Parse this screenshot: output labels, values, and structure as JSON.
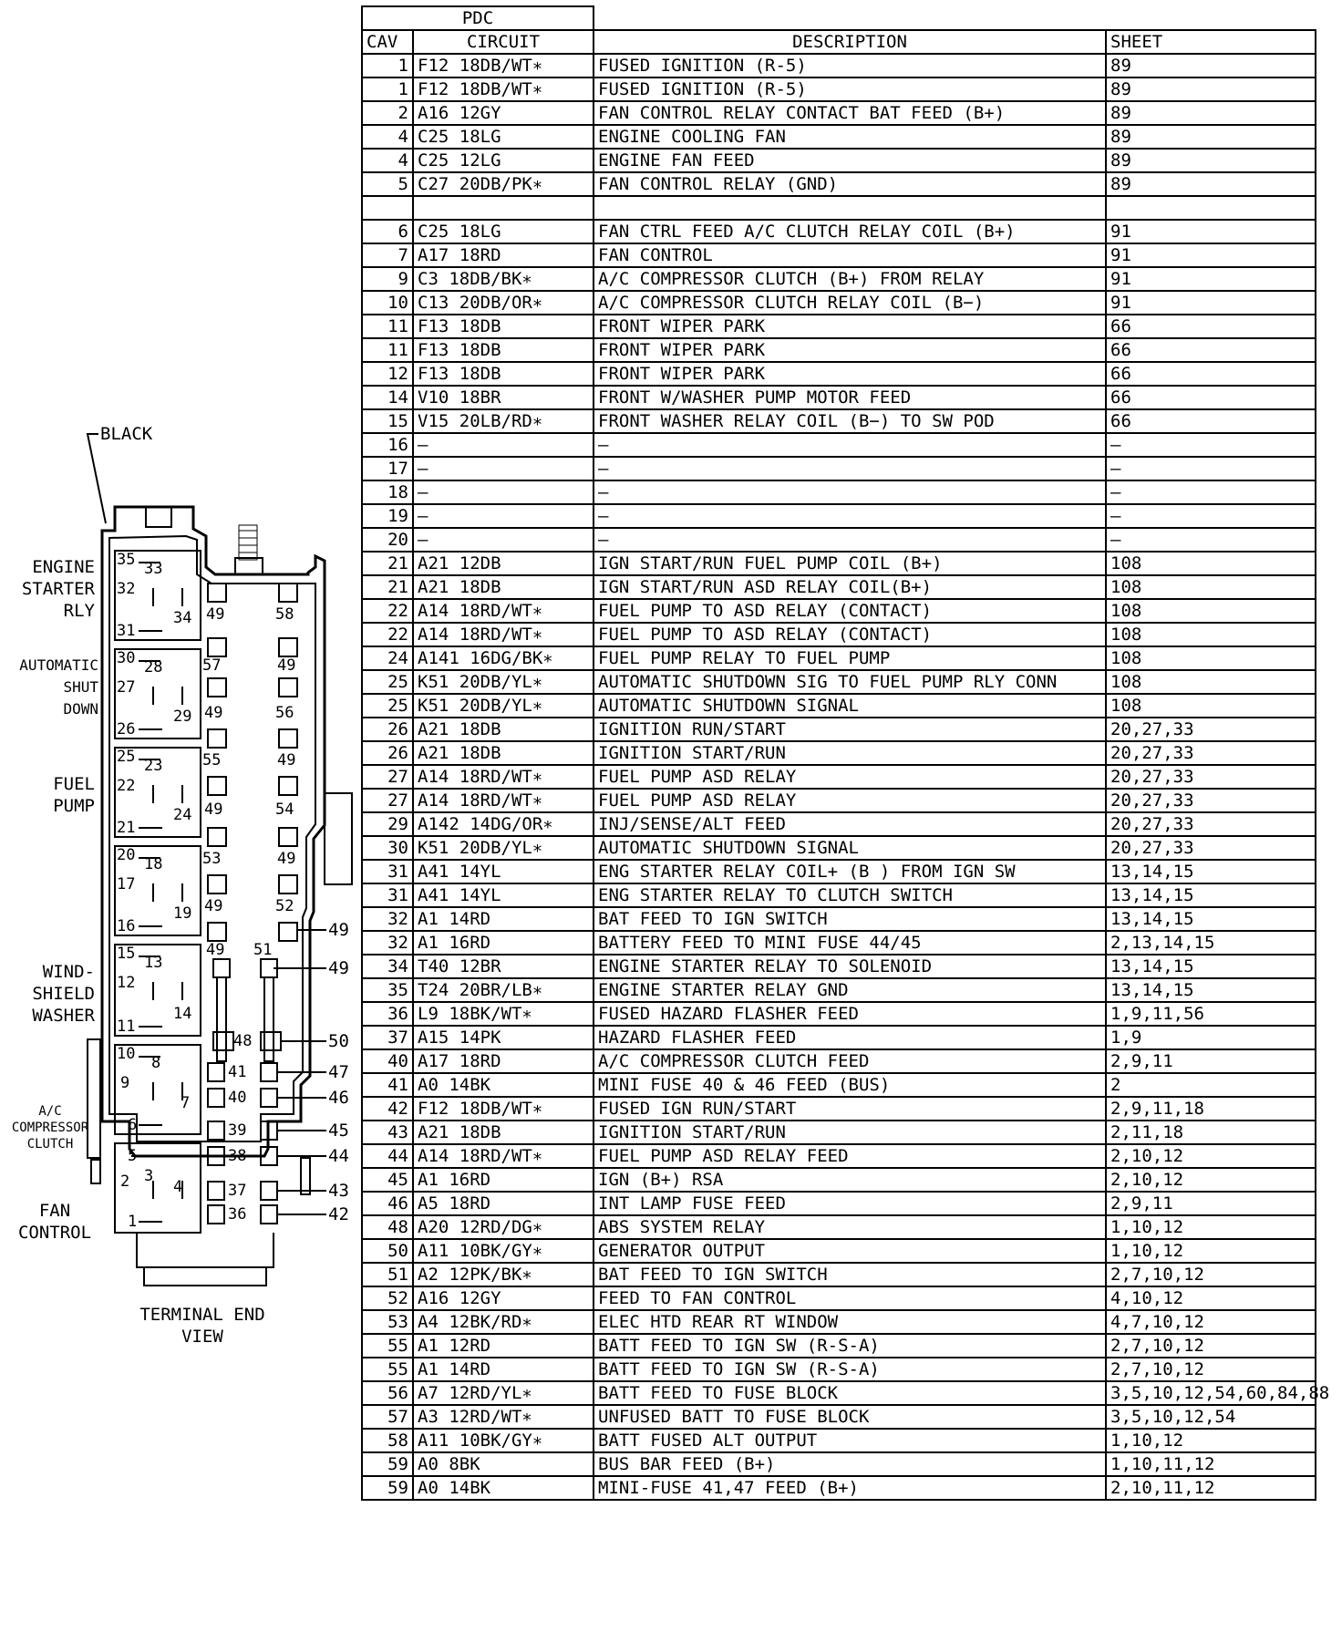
{
  "table": {
    "title": "PDC",
    "headers": {
      "cav": "CAV",
      "circuit": "CIRCUIT",
      "description": "DESCRIPTION",
      "sheet": "SHEET"
    },
    "rows": [
      {
        "cav": "1",
        "circuit": "F12 18DB/WT∗",
        "description": "FUSED IGNITION (R-5)",
        "sheet": "89"
      },
      {
        "cav": "1",
        "circuit": "F12 18DB/WT∗",
        "description": "FUSED IGNITION (R-5)",
        "sheet": "89"
      },
      {
        "cav": "2",
        "circuit": "A16 12GY",
        "description": "FAN CONTROL RELAY CONTACT BAT FEED (B+)",
        "sheet": "89"
      },
      {
        "cav": "4",
        "circuit": "C25 18LG",
        "description": "ENGINE COOLING FAN",
        "sheet": "89"
      },
      {
        "cav": "4",
        "circuit": "C25 12LG",
        "description": "ENGINE FAN FEED",
        "sheet": "89"
      },
      {
        "cav": "5",
        "circuit": "C27 20DB/PK∗",
        "description": "FAN CONTROL RELAY (GND)",
        "sheet": "89"
      },
      {
        "cav": "",
        "circuit": "",
        "description": "",
        "sheet": ""
      },
      {
        "cav": "6",
        "circuit": "C25 18LG",
        "description": "FAN CTRL FEED A/C CLUTCH RELAY COIL (B+)",
        "sheet": "91"
      },
      {
        "cav": "7",
        "circuit": "A17 18RD",
        "description": "FAN CONTROL",
        "sheet": "91"
      },
      {
        "cav": "9",
        "circuit": "C3 18DB/BK∗",
        "description": "A/C COMPRESSOR CLUTCH (B+) FROM RELAY",
        "sheet": "91"
      },
      {
        "cav": "10",
        "circuit": "C13 20DB/OR∗",
        "description": "A/C COMPRESSOR CLUTCH RELAY COIL (B−)",
        "sheet": "91"
      },
      {
        "cav": "11",
        "circuit": "F13 18DB",
        "description": "FRONT WIPER PARK",
        "sheet": "66"
      },
      {
        "cav": "11",
        "circuit": "F13 18DB",
        "description": "FRONT WIPER PARK",
        "sheet": "66"
      },
      {
        "cav": "12",
        "circuit": "F13 18DB",
        "description": "FRONT WIPER PARK",
        "sheet": "66"
      },
      {
        "cav": "14",
        "circuit": "V10 18BR",
        "description": "FRONT W/WASHER PUMP MOTOR FEED",
        "sheet": "66"
      },
      {
        "cav": "15",
        "circuit": "V15 20LB/RD∗",
        "description": "FRONT WASHER RELAY COIL (B−) TO SW POD",
        "sheet": "66"
      },
      {
        "cav": "16",
        "circuit": "—",
        "description": "—",
        "sheet": "—"
      },
      {
        "cav": "17",
        "circuit": "—",
        "description": "—",
        "sheet": "—"
      },
      {
        "cav": "18",
        "circuit": "—",
        "description": "—",
        "sheet": "—"
      },
      {
        "cav": "19",
        "circuit": "—",
        "description": "—",
        "sheet": "—"
      },
      {
        "cav": "20",
        "circuit": "—",
        "description": "—",
        "sheet": "—"
      },
      {
        "cav": "21",
        "circuit": "A21 12DB",
        "description": "IGN START/RUN FUEL PUMP COIL (B+)",
        "sheet": "108"
      },
      {
        "cav": "21",
        "circuit": "A21 18DB",
        "description": "IGN START/RUN ASD RELAY COIL(B+)",
        "sheet": "108"
      },
      {
        "cav": "22",
        "circuit": "A14 18RD/WT∗",
        "description": "FUEL PUMP TO ASD RELAY (CONTACT)",
        "sheet": "108"
      },
      {
        "cav": "22",
        "circuit": "A14 18RD/WT∗",
        "description": "FUEL PUMP TO ASD RELAY (CONTACT)",
        "sheet": "108"
      },
      {
        "cav": "24",
        "circuit": "A141 16DG/BK∗",
        "description": "FUEL PUMP RELAY TO FUEL PUMP",
        "sheet": "108"
      },
      {
        "cav": "25",
        "circuit": "K51 20DB/YL∗",
        "description": "AUTOMATIC SHUTDOWN SIG TO FUEL PUMP RLY CONN",
        "sheet": "108"
      },
      {
        "cav": "25",
        "circuit": "K51 20DB/YL∗",
        "description": "AUTOMATIC SHUTDOWN SIGNAL",
        "sheet": "108"
      },
      {
        "cav": "26",
        "circuit": "A21 18DB",
        "description": "IGNITION RUN/START",
        "sheet": "20,27,33"
      },
      {
        "cav": "26",
        "circuit": "A21 18DB",
        "description": "IGNITION START/RUN",
        "sheet": "20,27,33"
      },
      {
        "cav": "27",
        "circuit": "A14 18RD/WT∗",
        "description": "FUEL PUMP ASD RELAY",
        "sheet": "20,27,33"
      },
      {
        "cav": "27",
        "circuit": "A14 18RD/WT∗",
        "description": "FUEL PUMP ASD RELAY",
        "sheet": "20,27,33"
      },
      {
        "cav": "29",
        "circuit": "A142 14DG/OR∗",
        "description": "INJ/SENSE/ALT FEED",
        "sheet": "20,27,33"
      },
      {
        "cav": "30",
        "circuit": "K51 20DB/YL∗",
        "description": "AUTOMATIC SHUTDOWN SIGNAL",
        "sheet": "20,27,33"
      },
      {
        "cav": "31",
        "circuit": "A41 14YL",
        "description": "ENG STARTER RELAY COIL+ (B ) FROM IGN SW",
        "sheet": "13,14,15"
      },
      {
        "cav": "31",
        "circuit": "A41 14YL",
        "description": "ENG STARTER RELAY TO CLUTCH SWITCH",
        "sheet": "13,14,15"
      },
      {
        "cav": "32",
        "circuit": "A1 14RD",
        "description": "BAT FEED TO IGN SWITCH",
        "sheet": "13,14,15"
      },
      {
        "cav": "32",
        "circuit": "A1 16RD",
        "description": "BATTERY FEED TO MINI FUSE 44/45",
        "sheet": "2,13,14,15"
      },
      {
        "cav": "34",
        "circuit": "T40 12BR",
        "description": "ENGINE STARTER RELAY TO SOLENOID",
        "sheet": "13,14,15"
      },
      {
        "cav": "35",
        "circuit": "T24 20BR/LB∗",
        "description": "ENGINE STARTER RELAY GND",
        "sheet": "13,14,15"
      },
      {
        "cav": "36",
        "circuit": "L9 18BK/WT∗",
        "description": "FUSED HAZARD FLASHER FEED",
        "sheet": "1,9,11,56"
      },
      {
        "cav": "37",
        "circuit": "A15 14PK",
        "description": "HAZARD FLASHER FEED",
        "sheet": "1,9"
      },
      {
        "cav": "40",
        "circuit": "A17 18RD",
        "description": "A/C COMPRESSOR CLUTCH FEED",
        "sheet": "2,9,11"
      },
      {
        "cav": "41",
        "circuit": "A0 14BK",
        "description": "MINI FUSE 40 & 46 FEED (BUS)",
        "sheet": "2"
      },
      {
        "cav": "42",
        "circuit": "F12 18DB/WT∗",
        "description": "FUSED IGN RUN/START",
        "sheet": "2,9,11,18"
      },
      {
        "cav": "43",
        "circuit": "A21 18DB",
        "description": "IGNITION START/RUN",
        "sheet": "2,11,18"
      },
      {
        "cav": "44",
        "circuit": "A14 18RD/WT∗",
        "description": "FUEL PUMP ASD RELAY FEED",
        "sheet": "2,10,12"
      },
      {
        "cav": "45",
        "circuit": "A1 16RD",
        "description": "IGN (B+) RSA",
        "sheet": "2,10,12"
      },
      {
        "cav": "46",
        "circuit": "A5 18RD",
        "description": "INT LAMP FUSE FEED",
        "sheet": "2,9,11"
      },
      {
        "cav": "48",
        "circuit": "A20 12RD/DG∗",
        "description": "ABS SYSTEM RELAY",
        "sheet": "1,10,12"
      },
      {
        "cav": "50",
        "circuit": "A11 10BK/GY∗",
        "description": "GENERATOR OUTPUT",
        "sheet": "1,10,12"
      },
      {
        "cav": "51",
        "circuit": "A2 12PK/BK∗",
        "description": "BAT FEED TO IGN SWITCH",
        "sheet": "2,7,10,12"
      },
      {
        "cav": "52",
        "circuit": "A16 12GY",
        "description": "FEED TO FAN CONTROL",
        "sheet": "4,10,12"
      },
      {
        "cav": "53",
        "circuit": "A4 12BK/RD∗",
        "description": "ELEC HTD REAR RT WINDOW",
        "sheet": "4,7,10,12"
      },
      {
        "cav": "55",
        "circuit": "A1 12RD",
        "description": "BATT FEED TO IGN SW (R-S-A)",
        "sheet": "2,7,10,12"
      },
      {
        "cav": "55",
        "circuit": "A1 14RD",
        "description": "BATT FEED TO IGN SW (R-S-A)",
        "sheet": "2,7,10,12"
      },
      {
        "cav": "56",
        "circuit": "A7 12RD/YL∗",
        "description": "BATT FEED TO FUSE BLOCK",
        "sheet": "3,5,10,12,54,60,84,88"
      },
      {
        "cav": "57",
        "circuit": "A3 12RD/WT∗",
        "description": "UNFUSED BATT TO FUSE BLOCK",
        "sheet": "3,5,10,12,54"
      },
      {
        "cav": "58",
        "circuit": "A11 10BK/GY∗",
        "description": "BATT FUSED ALT OUTPUT",
        "sheet": "1,10,12"
      },
      {
        "cav": "59",
        "circuit": "A0 8BK",
        "description": "BUS BAR FEED (B+)",
        "sheet": "1,10,11,12"
      },
      {
        "cav": "59",
        "circuit": "A0 14BK",
        "description": "MINI-FUSE 41,47 FEED (B+)",
        "sheet": "2,10,11,12"
      }
    ]
  },
  "diagram": {
    "connector_color_label": "BLACK",
    "relay_labels": {
      "engine_starter": "ENGINE\nSTARTER\nRLY",
      "auto_shutdown": "AUTOMATIC\nSHUT\nDOWN",
      "fuel_pump": "FUEL\nPUMP",
      "windshield_washer": "WIND-\nSHIELD\nWASHER",
      "ac_clutch": "A/C\nCOMPRESSOR\nCLUTCH",
      "fan_control": "FAN\nCONTROL"
    },
    "view_label": "TERMINAL END\nVIEW",
    "pin_numbers": {
      "r1": [
        "35",
        "33",
        "32",
        "31",
        "34"
      ],
      "r2": [
        "30",
        "28",
        "27",
        "26",
        "29"
      ],
      "r3": [
        "25",
        "23",
        "22",
        "21",
        "24"
      ],
      "r4": [
        "20",
        "18",
        "17",
        "16",
        "19"
      ],
      "r5": [
        "15",
        "13",
        "12",
        "11",
        "14"
      ],
      "r6": [
        "10",
        "8",
        "9",
        "6",
        "7"
      ],
      "r7": [
        "5",
        "2",
        "3",
        "4",
        "1"
      ],
      "slots": [
        "49",
        "58",
        "57",
        "49",
        "49",
        "56",
        "55",
        "49",
        "49",
        "54",
        "53",
        "49",
        "49",
        "52",
        "49",
        "51",
        "48",
        "41",
        "40",
        "39",
        "38",
        "37",
        "36"
      ],
      "callouts": [
        "49",
        "49",
        "50",
        "47",
        "46",
        "45",
        "44",
        "43",
        "42"
      ]
    }
  }
}
